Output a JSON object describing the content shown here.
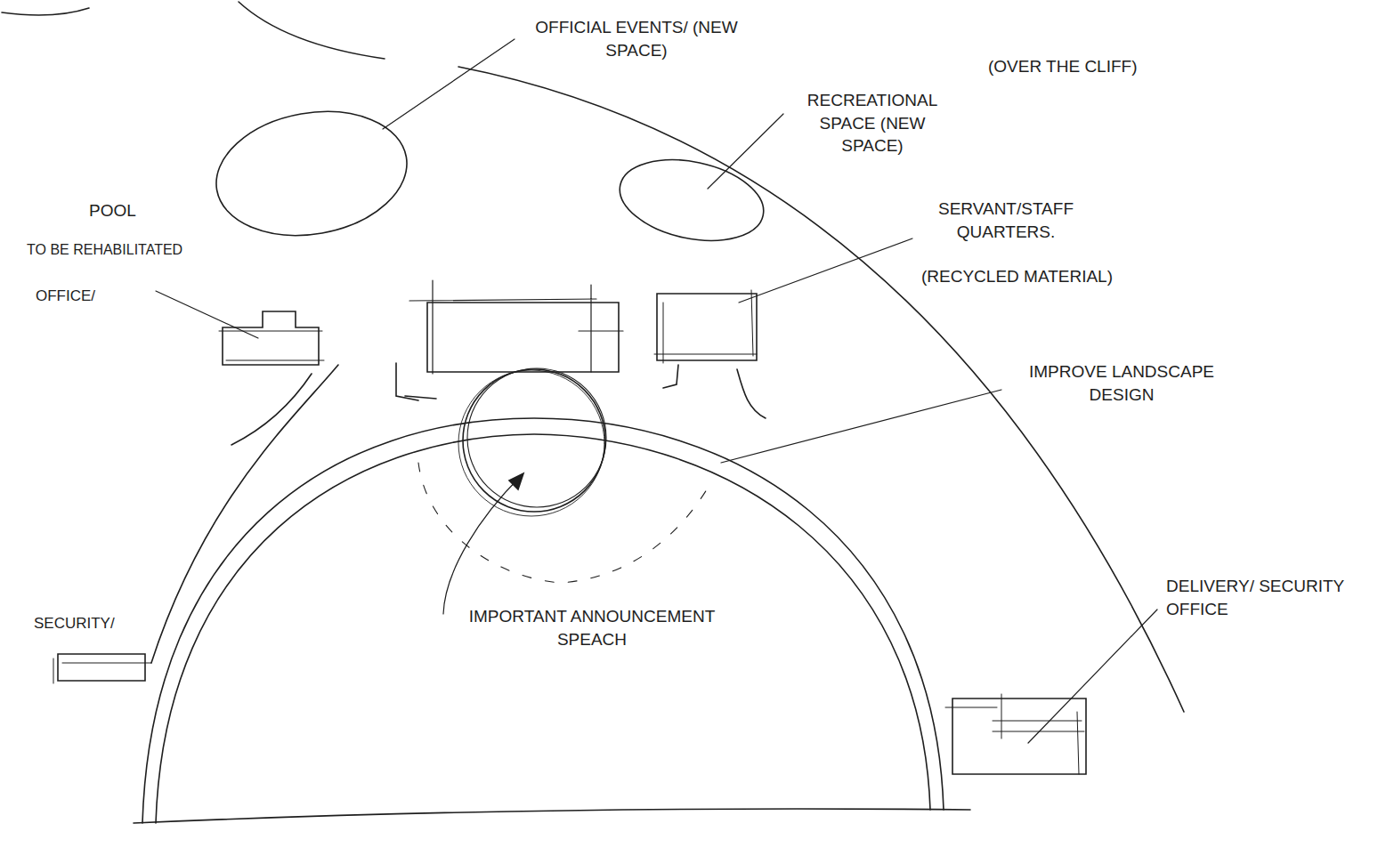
{
  "diagram": {
    "labels": [
      "OFFICIAL EVENTS/ (NEW SPACE)",
      "RECREATIONAL SPACE (NEW SPACE)",
      "(OVER THE CLIFF)",
      "POOL",
      "TO BE REHABILITATED",
      "OFFICE/",
      "SERVANT/STAFF QUARTERS.",
      "(RECYCLED MATERIAL)",
      "IMPROVE LANDSCAPE DESIGN",
      "IMPORTANT ANNOUNCEMENT SPEACH",
      "SECURITY/",
      "DELIVERY/ SECURITY OFFICE"
    ]
  }
}
